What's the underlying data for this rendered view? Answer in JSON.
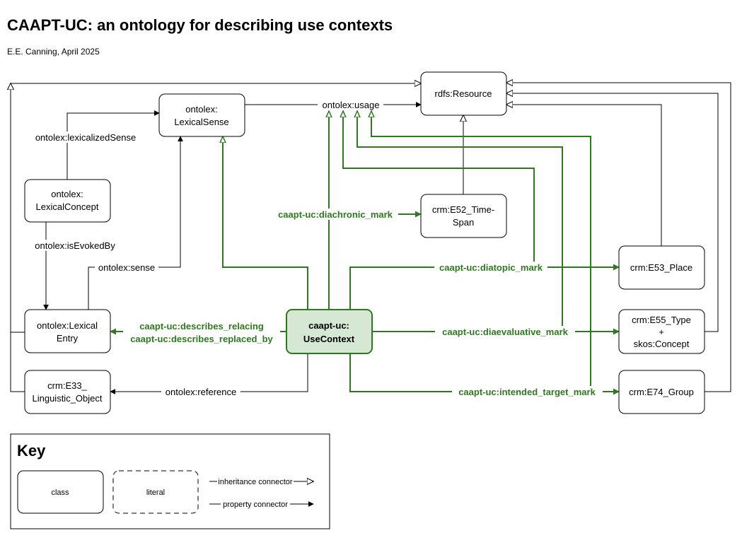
{
  "title": "CAAPT-UC: an ontology for describing use contexts",
  "subtitle": "E.E. Canning, April 2025",
  "colors": {
    "accent": "#2d7a1e",
    "main_fill": "#d5e8d4"
  },
  "nodes": {
    "rdfs_resource": [
      "rdfs:Resource"
    ],
    "lexical_sense": [
      "ontolex:",
      "LexicalSense"
    ],
    "lexical_concept": [
      "ontolex:",
      "LexicalConcept"
    ],
    "time_span": [
      "crm:E52_Time-",
      "Span"
    ],
    "place": [
      "crm:E53_Place"
    ],
    "lexical_entry": [
      "ontolex:Lexical",
      "Entry"
    ],
    "use_context": [
      "caapt-uc:",
      "UseContext"
    ],
    "type_concept": [
      "crm:E55_Type",
      "+",
      "skos:Concept"
    ],
    "linguistic_object": [
      "crm:E33_",
      "Linguistic_Object"
    ],
    "group": [
      "crm:E74_Group"
    ]
  },
  "edge_labels": {
    "usage": "ontolex:usage",
    "lexicalized_sense": "ontolex:lexicalizedSense",
    "is_evoked_by": "ontolex:isEvokedBy",
    "sense": "ontolex:sense",
    "reference": "ontolex:reference",
    "diachronic": "caapt-uc:diachronic_mark",
    "diatopic": "caapt-uc:diatopic_mark",
    "diaevaluative": "caapt-uc:diaevaluative_mark",
    "intended_target": "caapt-uc:intended_target_mark",
    "describes_relacing": "caapt-uc:describes_relacing",
    "describes_replaced_by": "caapt-uc:describes_replaced_by"
  },
  "key": {
    "title": "Key",
    "class_label": "class",
    "literal_label": "literal",
    "inheritance": "inheritance connector",
    "property": "property connector"
  }
}
